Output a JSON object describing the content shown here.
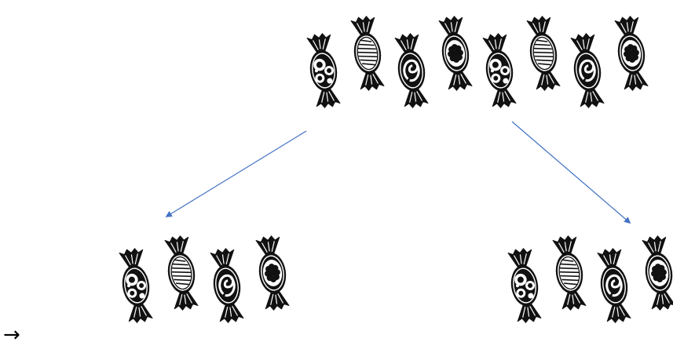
{
  "diagram": {
    "colors": {
      "ink": "#111111",
      "paper": "#ffffff",
      "arrow": "#4472c4"
    },
    "top_group": {
      "candies": [
        {
          "pattern": "circles"
        },
        {
          "pattern": "stripes"
        },
        {
          "pattern": "swirl"
        },
        {
          "pattern": "flower"
        },
        {
          "pattern": "circles"
        },
        {
          "pattern": "stripes"
        },
        {
          "pattern": "swirl"
        },
        {
          "pattern": "flower"
        }
      ]
    },
    "left_group": {
      "candies": [
        {
          "pattern": "circles"
        },
        {
          "pattern": "stripes"
        },
        {
          "pattern": "swirl"
        },
        {
          "pattern": "flower"
        }
      ]
    },
    "right_group": {
      "candies": [
        {
          "pattern": "circles"
        },
        {
          "pattern": "stripes"
        },
        {
          "pattern": "swirl"
        },
        {
          "pattern": "flower"
        }
      ]
    },
    "split_arrows": [
      {
        "from": "top_group",
        "to": "left_group"
      },
      {
        "from": "top_group",
        "to": "right_group"
      }
    ],
    "corner_glyph": "→"
  }
}
